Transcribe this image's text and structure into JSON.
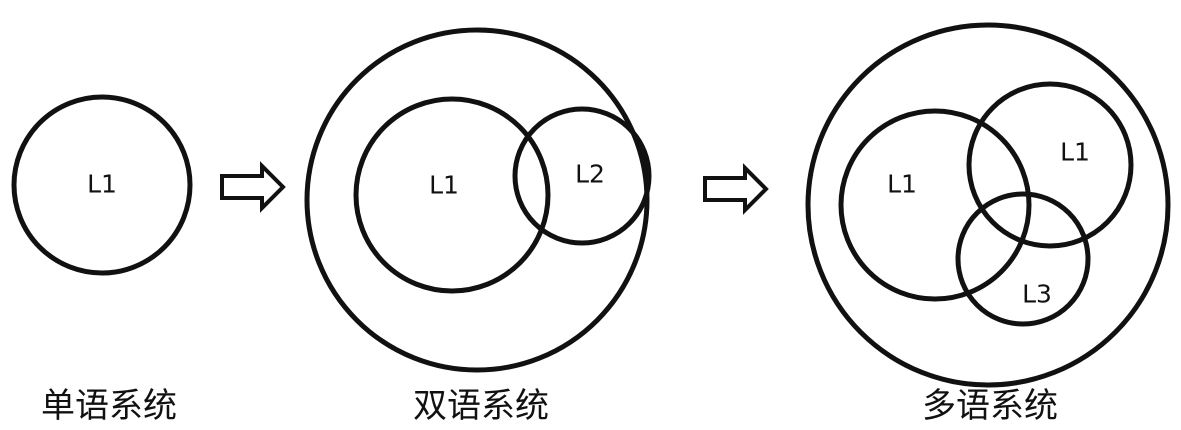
{
  "panels": {
    "monolingual": {
      "caption": "单语系统",
      "circles": {
        "l1": "L1"
      }
    },
    "bilingual": {
      "caption": "双语系统",
      "circles": {
        "l1": "L1",
        "l2": "L2"
      }
    },
    "multilingual": {
      "caption": "多语系统",
      "circles": {
        "l1_left": "L1",
        "l1_right": "L1",
        "l3": "L3"
      }
    }
  },
  "arrows": [
    "hollow-right-arrow",
    "hollow-right-arrow"
  ],
  "colors": {
    "stroke": "#111111",
    "background": "#ffffff"
  }
}
